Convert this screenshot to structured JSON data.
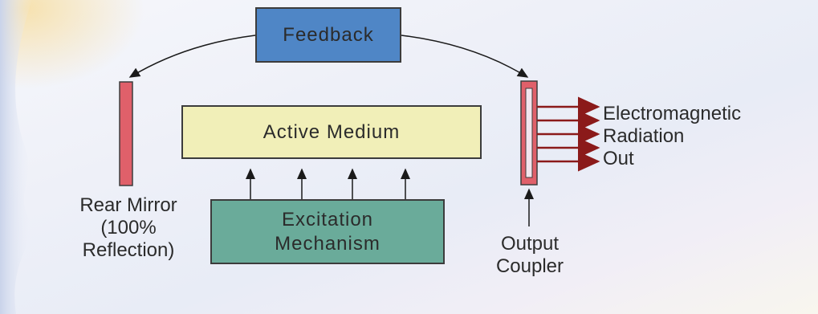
{
  "feedback_label": "Feedback",
  "active_medium_label": "Active Medium",
  "excitation": {
    "line1": "Excitation",
    "line2": "Mechanism"
  },
  "rear_mirror": {
    "line1": "Rear Mirror",
    "line2": "(100%",
    "line3": "Reflection)"
  },
  "output_coupler": {
    "line1": "Output",
    "line2": "Coupler"
  },
  "radiation": {
    "line1": "Electromagnetic",
    "line2": "Radiation",
    "line3": "Out"
  },
  "colors": {
    "feedback_fill": "#4f86c6",
    "active_medium_fill": "#f1efb8",
    "excitation_fill": "#6aab9a",
    "mirror_fill": "#e0606a",
    "beam_color": "#8b1a1a"
  }
}
